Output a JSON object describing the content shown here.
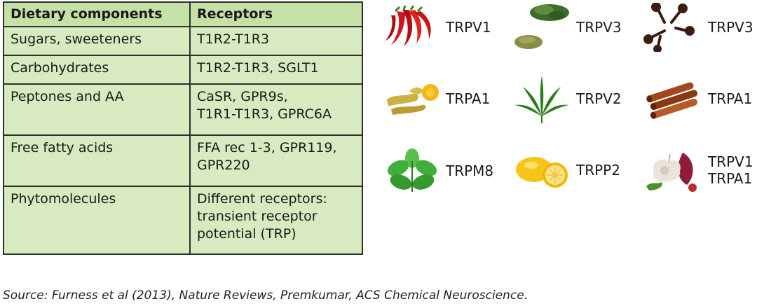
{
  "table": {
    "headers": [
      "Dietary components",
      "Receptors"
    ],
    "rows": [
      {
        "component": "Sugars, sweeteners",
        "receptor": [
          "T1R2-T1R3"
        ]
      },
      {
        "component": "Carbohydrates",
        "receptor": [
          "T1R2-T1R3, SGLT1"
        ]
      },
      {
        "component": "Peptones and AA",
        "receptor": [
          "CaSR, GPR9s,",
          "T1R1-T1R3, GPRC6A"
        ]
      },
      {
        "component": "Free fatty acids",
        "receptor": [
          "FFA rec 1-3, GPR119,",
          "GPR220"
        ]
      },
      {
        "component": "Phytomolecules",
        "receptor": [
          "Different receptors:",
          "transient receptor",
          "potential (TRP)"
        ]
      }
    ]
  },
  "receptor_grid": [
    {
      "icon": "chili-pepper-icon",
      "label": "TRPV1"
    },
    {
      "icon": "oregano-icon",
      "label": "TRPV3"
    },
    {
      "icon": "clove-icon",
      "label": "TRPV3"
    },
    {
      "icon": "turmeric-icon",
      "label": "TRPA1"
    },
    {
      "icon": "cannabis-leaf-icon",
      "label": "TRPV2"
    },
    {
      "icon": "cinnamon-icon",
      "label": "TRPA1"
    },
    {
      "icon": "mint-icon",
      "label": "TRPM8"
    },
    {
      "icon": "lemon-icon",
      "label": "TRPP2"
    },
    {
      "icon": "garlic-onion-icon",
      "label": "TRPV1",
      "label2": "TRPA1"
    }
  ],
  "source": "Source: Furness et al (2013), Nature Reviews, Premkumar, ACS Chemical Neuroscience."
}
